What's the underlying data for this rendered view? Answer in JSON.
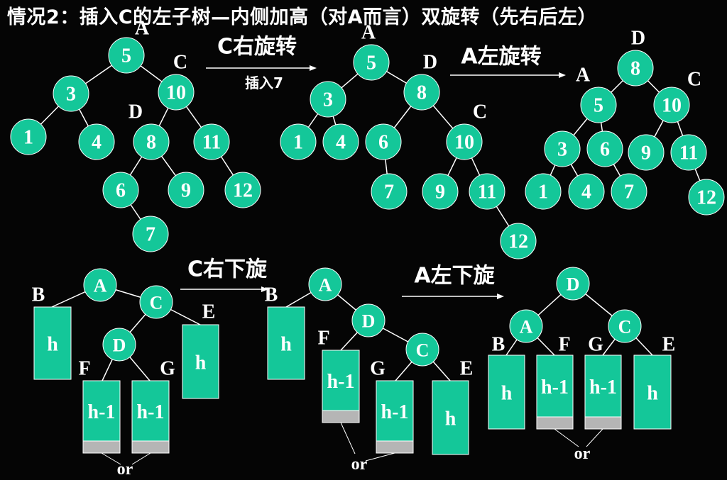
{
  "title": "情况2：插入C的左子树—内侧加高（对A而言）双旋转（先右后左）",
  "colors": {
    "background": "#050505",
    "node_fill": "#14c799",
    "node_stroke": "#ffffff",
    "edge": "#ffffff",
    "text": "#ffffff",
    "gray_block": "#b5b5b5"
  },
  "top_section": {
    "step1_label": "C右旋转",
    "step1_sub": "插入7",
    "step2_label": "A左旋转",
    "tree1": {
      "nodes": [
        "5",
        "3",
        "10",
        "1",
        "4",
        "8",
        "11",
        "6",
        "9",
        "12",
        "7"
      ],
      "edges": [
        [
          "5",
          "3"
        ],
        [
          "5",
          "10"
        ],
        [
          "3",
          "1"
        ],
        [
          "3",
          "4"
        ],
        [
          "10",
          "8"
        ],
        [
          "10",
          "11"
        ],
        [
          "8",
          "6"
        ],
        [
          "8",
          "9"
        ],
        [
          "11",
          "12"
        ],
        [
          "6",
          "7"
        ]
      ],
      "tags": [
        {
          "text": "A",
          "node": "5"
        },
        {
          "text": "C",
          "node": "10"
        },
        {
          "text": "D",
          "node": "8"
        }
      ]
    },
    "tree2": {
      "nodes": [
        "5",
        "3",
        "8",
        "1",
        "4",
        "6",
        "10",
        "7",
        "9",
        "11",
        "12"
      ],
      "edges": [
        [
          "5",
          "3"
        ],
        [
          "5",
          "8"
        ],
        [
          "3",
          "1"
        ],
        [
          "3",
          "4"
        ],
        [
          "8",
          "6"
        ],
        [
          "8",
          "10"
        ],
        [
          "6",
          "7"
        ],
        [
          "10",
          "9"
        ],
        [
          "10",
          "11"
        ],
        [
          "11",
          "12"
        ]
      ],
      "tags": [
        {
          "text": "A",
          "node": "5"
        },
        {
          "text": "D",
          "node": "8"
        },
        {
          "text": "C",
          "node": "10"
        }
      ]
    },
    "tree3": {
      "nodes": [
        "8",
        "5",
        "10",
        "3",
        "6",
        "9",
        "11",
        "1",
        "4",
        "7",
        "12"
      ],
      "edges": [
        [
          "8",
          "5"
        ],
        [
          "8",
          "10"
        ],
        [
          "5",
          "3"
        ],
        [
          "5",
          "6"
        ],
        [
          "10",
          "9"
        ],
        [
          "10",
          "11"
        ],
        [
          "3",
          "1"
        ],
        [
          "3",
          "4"
        ],
        [
          "6",
          "7"
        ],
        [
          "11",
          "12"
        ]
      ],
      "tags": [
        {
          "text": "D",
          "node": "8"
        },
        {
          "text": "A",
          "node": "5"
        },
        {
          "text": "C",
          "node": "10"
        }
      ]
    }
  },
  "bottom_section": {
    "step1_label": "C右下旋",
    "step2_label": "A左下旋",
    "or_label": "or",
    "diagram1": {
      "nodes": [
        "A",
        "C",
        "D"
      ],
      "subtrees": [
        {
          "letter": "B",
          "height": "h"
        },
        {
          "letter": "E",
          "height": "h"
        },
        {
          "letter": "F",
          "height": "h-1"
        },
        {
          "letter": "G",
          "height": "h-1"
        }
      ]
    },
    "diagram2": {
      "nodes": [
        "A",
        "D",
        "C"
      ],
      "subtrees": [
        {
          "letter": "B",
          "height": "h"
        },
        {
          "letter": "F",
          "height": "h-1"
        },
        {
          "letter": "G",
          "height": "h-1"
        },
        {
          "letter": "E",
          "height": "h"
        }
      ]
    },
    "diagram3": {
      "nodes": [
        "D",
        "A",
        "C"
      ],
      "subtrees": [
        {
          "letter": "B",
          "height": "h"
        },
        {
          "letter": "F",
          "height": "h-1"
        },
        {
          "letter": "G",
          "height": "h-1"
        },
        {
          "letter": "E",
          "height": "h"
        }
      ]
    }
  }
}
